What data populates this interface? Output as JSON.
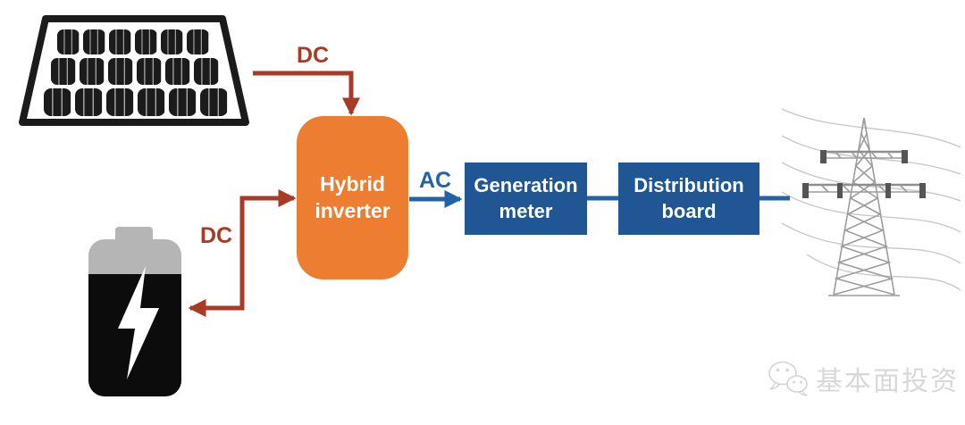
{
  "colors": {
    "dc_red": "#A93B26",
    "ac_blue": "#2263A8",
    "box_blue": "#1F5693",
    "inverter_orange": "#ED7D31",
    "icon_black": "#1B1B1B",
    "battery_gray": "#B5B5B5",
    "tower_gray": "#9C9C9C",
    "wire_gray": "#C6C6C6",
    "watermark_gray": "#D8D8D8"
  },
  "diagram": {
    "solar_dc_label": "DC",
    "battery_dc_label": "DC",
    "ac_label": "AC",
    "inverter_label": "Hybrid inverter",
    "generation_meter_label": "Generation meter",
    "distribution_board_label": "Distribution board"
  },
  "watermark": {
    "text": "基本面投资"
  }
}
